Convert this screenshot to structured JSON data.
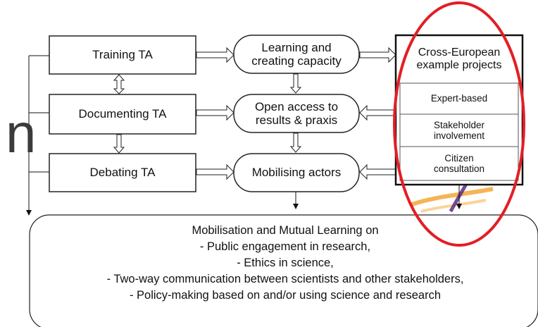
{
  "background_fragment": "n",
  "ta_boxes": [
    "Training TA",
    "Documenting TA",
    "Debating TA"
  ],
  "outcome_boxes": [
    "Learning and\ncreating capacity",
    "Open access to\nresults & praxis",
    "Mobilising actors"
  ],
  "projects": {
    "title": "Cross-European\nexample projects",
    "items": [
      "Expert-based",
      "Stakeholder\ninvolvement",
      "Citizen\nconsultation"
    ]
  },
  "mml": {
    "heading": "Mobilisation and Mutual Learning on",
    "lines": [
      "- Public engagement in research,",
      "- Ethics in science,",
      "- Two-way communication between scientists and other stakeholders,",
      "- Policy-making based on and/or using science and research"
    ]
  },
  "colors": {
    "highlight_ellipse": "#e31e24",
    "logo_orange": "#f29b1d",
    "logo_purple": "#5b2a86",
    "box_stroke": "#222222"
  }
}
